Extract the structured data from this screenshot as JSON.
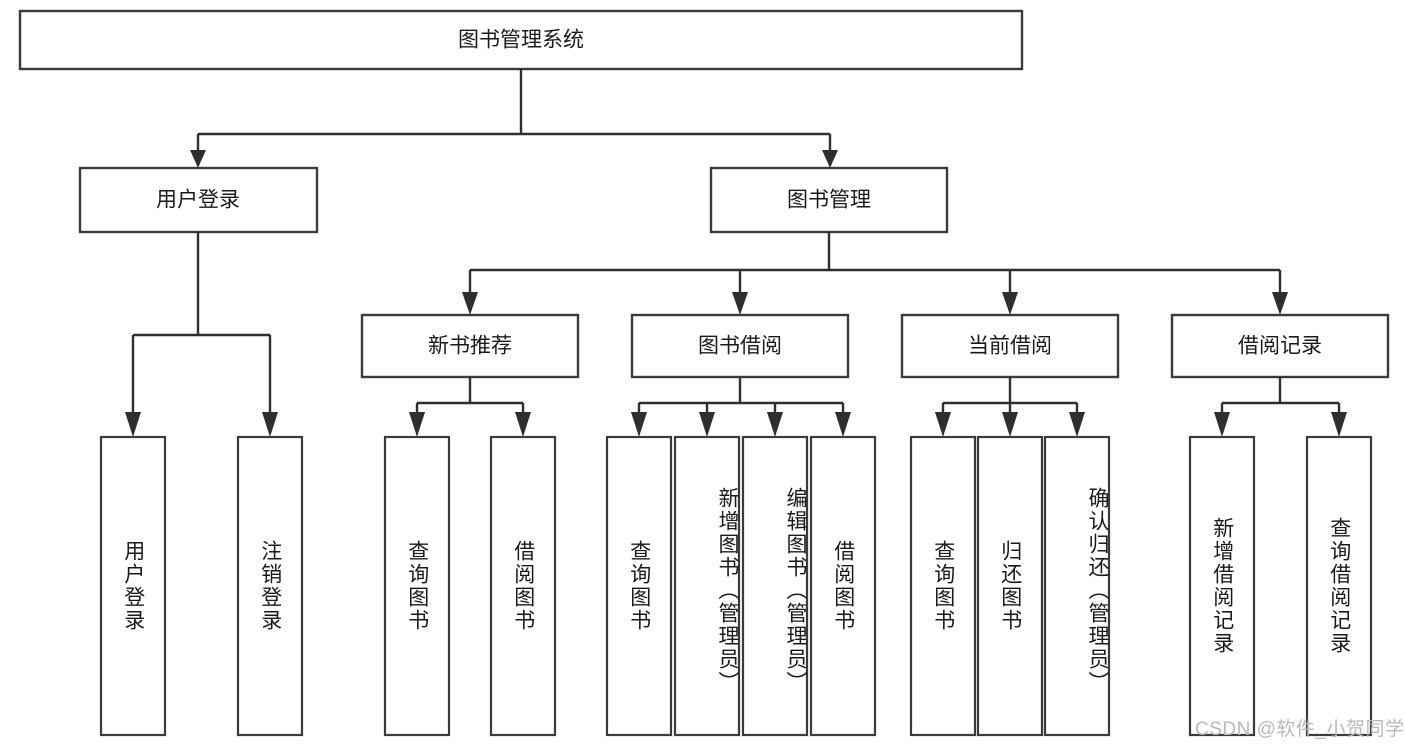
{
  "diagram": {
    "type": "tree-hierarchy",
    "title_node": {
      "label": "图书管理系统"
    },
    "level2": [
      {
        "label": "用户登录"
      },
      {
        "label": "图书管理"
      }
    ],
    "level3": [
      {
        "label": "新书推荐"
      },
      {
        "label": "图书借阅"
      },
      {
        "label": "当前借阅"
      },
      {
        "label": "借阅记录"
      }
    ],
    "leaves": {
      "user_login": [
        {
          "label": "用户登录"
        },
        {
          "label": "注销登录"
        }
      ],
      "new_book_recommend": [
        {
          "label": "查询图书"
        },
        {
          "label": "借阅图书"
        }
      ],
      "book_borrow": [
        {
          "label": "查询图书"
        },
        {
          "label": "新增图书（管理员）"
        },
        {
          "label": "编辑图书（管理员）"
        },
        {
          "label": "借阅图书"
        }
      ],
      "current_borrow": [
        {
          "label": "查询图书"
        },
        {
          "label": "归还图书"
        },
        {
          "label": "确认归还（管理员）"
        }
      ],
      "borrow_record": [
        {
          "label": "新增借阅记录"
        },
        {
          "label": "查询借阅记录"
        }
      ]
    },
    "watermark": {
      "text": "CSDN @软件_小贺同学"
    },
    "colors": {
      "stroke": "#3b3b3b",
      "connector": "#2f2f2f",
      "text": "#1a1a1a",
      "background": "#ffffff",
      "watermark": "#b9b9b9"
    }
  }
}
